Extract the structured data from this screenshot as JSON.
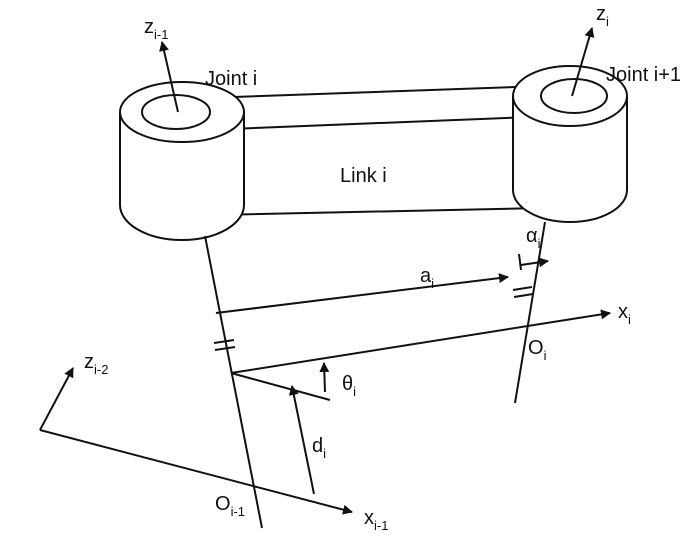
{
  "diagram": {
    "labels": {
      "joint_i": "Joint i",
      "joint_i1": "Joint i+1",
      "link_i": "Link i"
    },
    "symbols": {
      "z_im1": {
        "base": "z",
        "sub": "i-1"
      },
      "z_i": {
        "base": "z",
        "sub": "i"
      },
      "z_im2": {
        "base": "z",
        "sub": "i-2"
      },
      "x_i": {
        "base": "x",
        "sub": "i"
      },
      "x_im1": {
        "base": "x",
        "sub": "i-1"
      },
      "a_i": {
        "base": "a",
        "sub": "i"
      },
      "alpha_i": {
        "base": "α",
        "sub": "i"
      },
      "theta_i": {
        "base": "θ",
        "sub": "i"
      },
      "d_i": {
        "base": "d",
        "sub": "i"
      },
      "O_i": {
        "base": "O",
        "sub": "i"
      },
      "O_im1": {
        "base": "O",
        "sub": "i-1"
      }
    }
  }
}
